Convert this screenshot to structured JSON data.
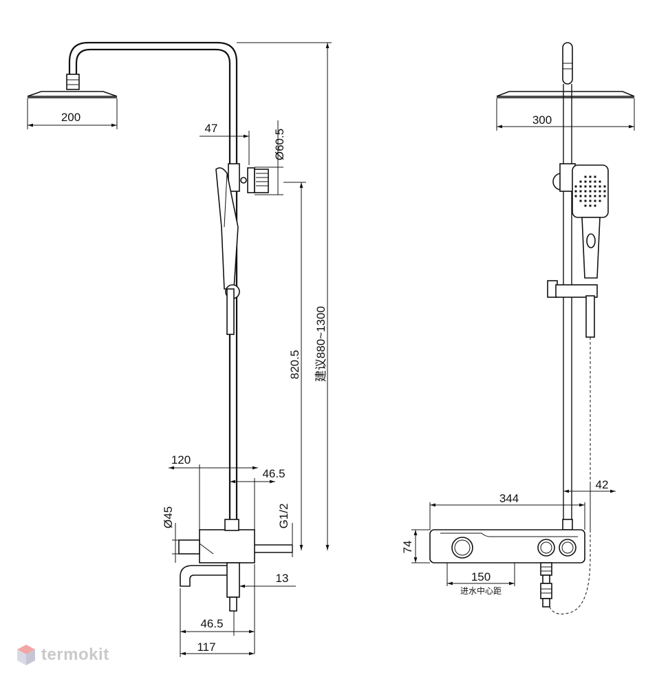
{
  "left_view": {
    "labels": {
      "head_width": "200",
      "bracket_offset": "47",
      "bracket_diameter": "Ø60.5",
      "height_main": "820.5",
      "height_recommended": "建议880~1300",
      "mixer_depth": "120",
      "pipe_offset": "46.5",
      "connection": "G1/2",
      "body_diameter": "Ø45",
      "wall_offset": "13",
      "spout_offset": "46.5",
      "spout_length": "117"
    }
  },
  "right_view": {
    "labels": {
      "head_width": "300",
      "bar_offset": "42",
      "mixer_width": "344",
      "mixer_height": "74",
      "inlet_distance": "150",
      "inlet_caption": "进水中心距"
    }
  },
  "watermark": {
    "text": "termokit"
  }
}
